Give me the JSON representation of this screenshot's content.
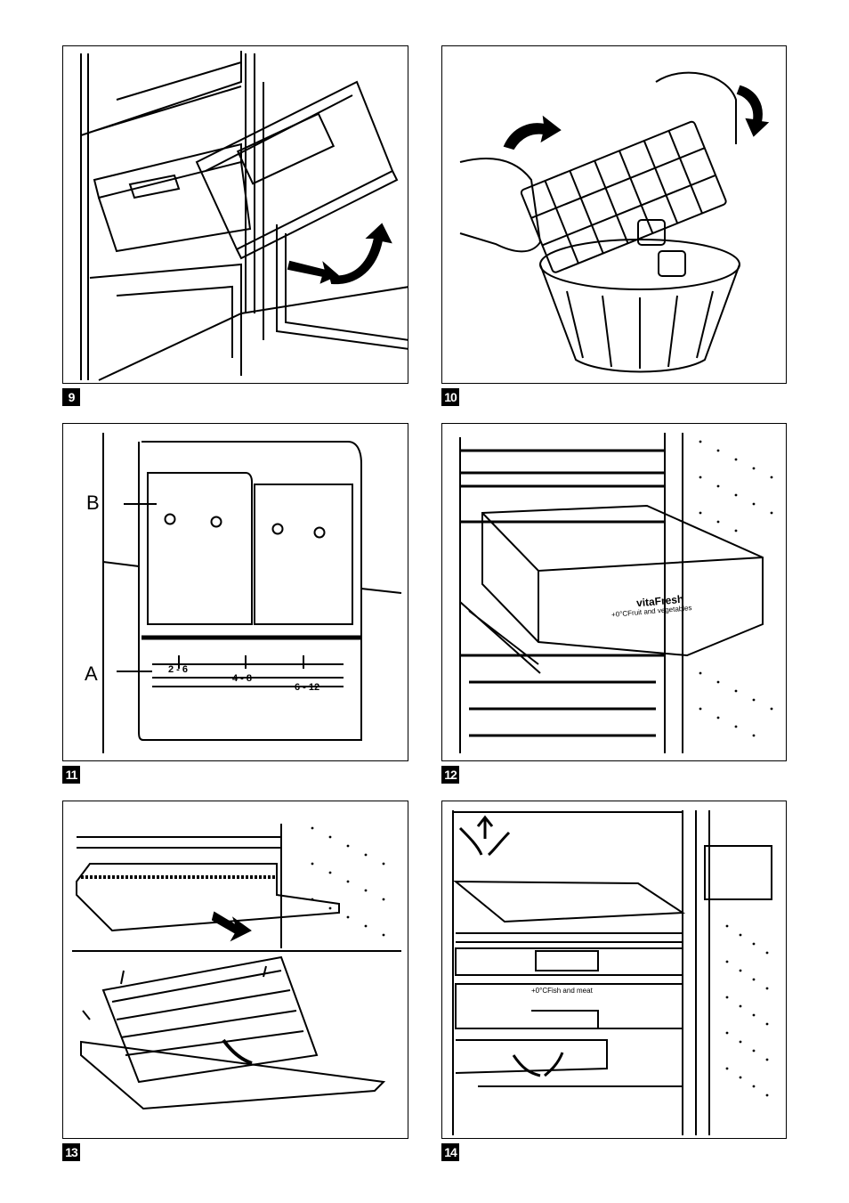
{
  "figures": [
    {
      "number": "9"
    },
    {
      "number": "10"
    },
    {
      "number": "11",
      "labels": {
        "b": "B",
        "a": "A"
      },
      "ranges": [
        "2 - 6",
        "4 - 8",
        "6 - 12"
      ]
    },
    {
      "number": "12",
      "drawer_brand": "vitaFresh",
      "drawer_caption": "+0°CFruit and vegetables"
    },
    {
      "number": "13"
    },
    {
      "number": "14",
      "drawer_caption": "+0°CFish and meat"
    }
  ]
}
